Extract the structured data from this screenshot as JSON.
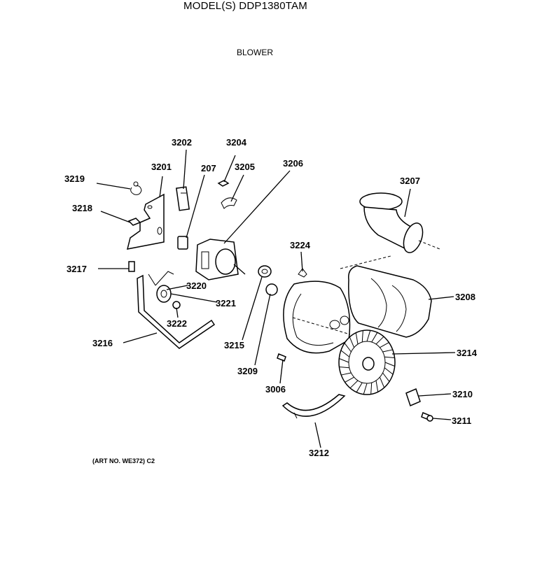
{
  "header": {
    "model_title": "MODEL(S) DDP1380TAM",
    "section_title": "BLOWER"
  },
  "footer": {
    "art_number": "(ART NO. WE372) C2"
  },
  "callouts": [
    "3202",
    "3204",
    "3201",
    "207",
    "3205",
    "3206",
    "3219",
    "3207",
    "3218",
    "3224",
    "3217",
    "3220",
    "3208",
    "3221",
    "3222",
    "3216",
    "3215",
    "3209",
    "3214",
    "3006",
    "3210",
    "3211",
    "3212"
  ],
  "colors": {
    "ink": "#000000",
    "paper": "#ffffff"
  }
}
